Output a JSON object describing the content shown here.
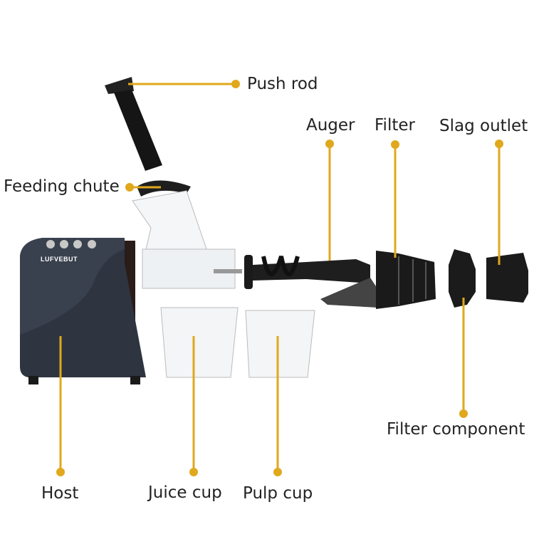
{
  "labels": {
    "push_rod": "Push rod",
    "feeding_chute": "Feeding chute",
    "auger": "Auger",
    "filter": "Filter",
    "slag_outlet": "Slag outlet",
    "filter_component": "Filter component",
    "host": "Host",
    "juice_cup": "Juice cup",
    "pulp_cup": "Pulp cup"
  },
  "brand": "LUFVEBUT",
  "colors": {
    "accent": "#e0a81c",
    "body": "#2e3440",
    "part": "#1a1a1a"
  }
}
